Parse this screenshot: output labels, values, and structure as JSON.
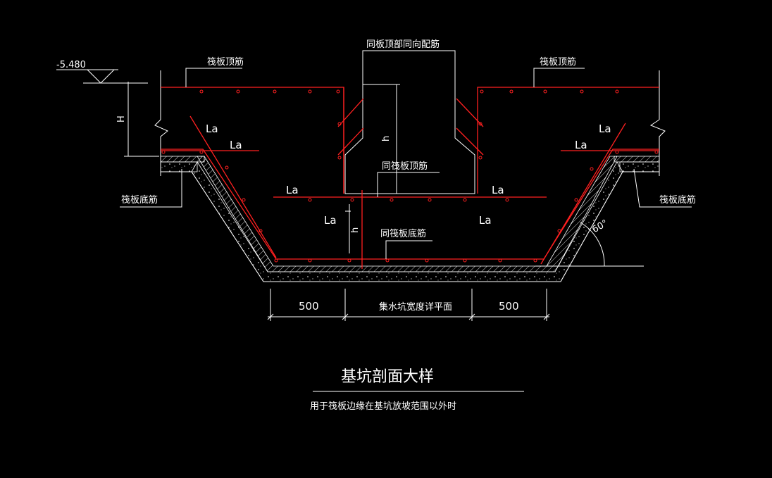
{
  "drawing": {
    "title": "基坑剖面大样",
    "subtitle": "用于筏板边缘在基坑放坡范围以外时",
    "elevation": "-5.480",
    "labels": {
      "raft_top_left": "筏板顶筋",
      "raft_top_right": "筏板顶筋",
      "raft_bottom_left": "筏板底筋",
      "raft_bottom_right": "筏板底筋",
      "column_top": "同板顶部同向配筋",
      "center_top": "同筏板顶筋",
      "center_bottom": "同筏板底筋",
      "h_big": "H",
      "h_small": "h",
      "h_small_lower": "h",
      "angle": "60°",
      "la": "La"
    },
    "dimensions": {
      "left_offset": "500",
      "center": "集水坑宽度详平面",
      "right_offset": "500"
    },
    "colors": {
      "background": "#000000",
      "lines": "#ffffff",
      "rebar": "#ff2020"
    }
  }
}
